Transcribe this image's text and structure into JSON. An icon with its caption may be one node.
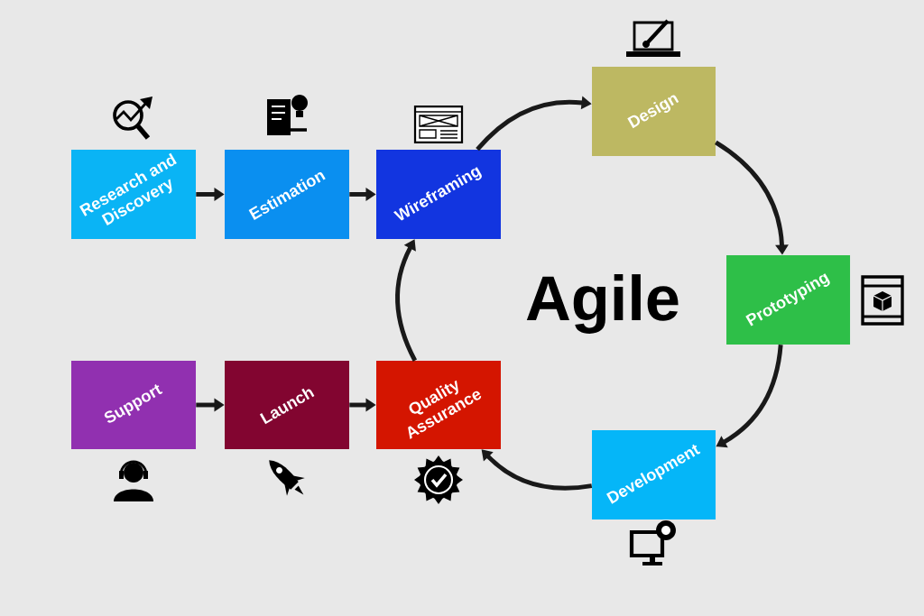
{
  "diagram": {
    "nodes": [
      {
        "text": [
          "Research and Discovery"
        ]
      },
      {
        "text": [
          "Estimation"
        ]
      },
      {
        "text": [
          "Wireframing"
        ]
      },
      {
        "text": [
          "Design"
        ]
      },
      {
        "text": [
          "Prototyping"
        ]
      },
      {
        "text": [
          "Development"
        ]
      },
      {
        "text": [
          "Quality Assurance"
        ]
      },
      {
        "text": [
          "Support"
        ]
      },
      {
        "text": [
          "Launch"
        ]
      }
    ],
    "edges": [
      {
        "from": 0,
        "to": 1,
        "arrow": "to"
      },
      {
        "from": 1,
        "to": 2,
        "arrow": "to"
      },
      {
        "from": 2,
        "to": 3,
        "arrow": "to"
      },
      {
        "from": 3,
        "to": 4,
        "arrow": "to"
      },
      {
        "from": 4,
        "to": 5,
        "arrow": "to"
      },
      {
        "from": 5,
        "to": 6,
        "arrow": "to"
      },
      {
        "from": 6,
        "to": 2,
        "arrow": "to"
      },
      {
        "from": 7,
        "to": 8,
        "arrow": "to"
      },
      {
        "from": 8,
        "to": 6,
        "arrow": "to"
      }
    ],
    "labels": [
      "Agile"
    ]
  }
}
